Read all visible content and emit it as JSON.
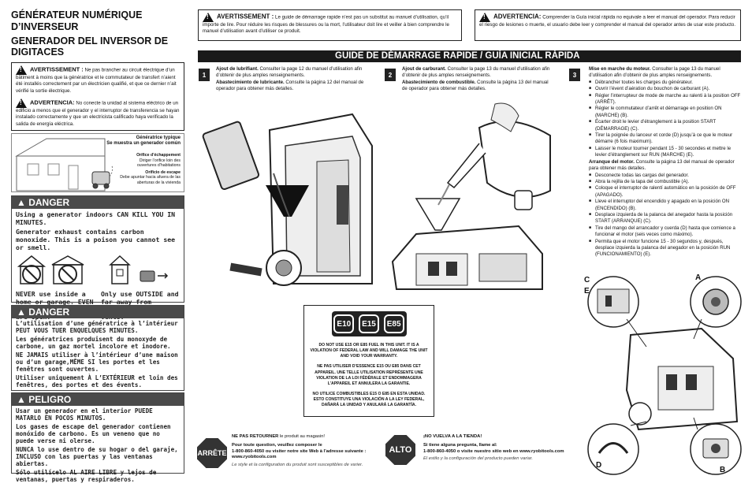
{
  "title": {
    "line1": "GÉNÉRATEUR NUMÉRIQUE D’INVERSEUR",
    "line2": "GENERADOR DEL INVERSOR DE DIGITACES"
  },
  "left_warnings": {
    "fr_head": "AVERTISSEMENT :",
    "fr_body": "Ne pas brancher au circuit électrique d’un bâtiment à moins que la génératrice et le commutateur de transfert n’aient été installés correctement par un électricien qualifié, et que ce dernier n’ait vérifié la sortie électrique.",
    "es_head": "ADVERTENCIA:",
    "es_body": "No conecte la unidad al sistema eléctrico de un edificio a menos que el generador y el interruptor de transferencia se hayan instalado correctamente y que un electricista calificado haya verificado la salida de energía eléctrica."
  },
  "house_diagram": {
    "caption1": "Génératrice typique",
    "caption2": "Se muestra un generador común",
    "exhaust_fr": "Orifice d’échappement",
    "exhaust_fr_sub1": "Diriger l’orifice loin des",
    "exhaust_fr_sub2": "ouvertures d’habitations",
    "exhaust_es": "Orificio de escape",
    "exhaust_es_sub1": "Debe apuntar hacia afuera de las",
    "exhaust_es_sub2": "aberturas de la vivienda"
  },
  "danger_en": {
    "head": "DANGER",
    "p1": "Using a generator indoors CAN KILL YOU IN MINUTES.",
    "p2": "Generator exhaust contains carbon monoxide. This is a poison you cannot see or smell.",
    "cap_left": "NEVER use inside a home or garage. EVEN IF doors and windows are open.",
    "cap_right": "Only use OUTSIDE and far away from windows, doors, and vents."
  },
  "danger_fr": {
    "head": "DANGER",
    "p1": "L’utilisation d’une génératrice à l’intérieur PEUT VOUS TUER ENQUELQUES MINUTES.",
    "p2": "Les génératrices produisent du monoxyde de carbone, un gaz mortel incolore et inodore.",
    "p3": "NE JAMAIS utiliser à l’intérieur d’une maison ou d’un garage,MÊME SI les portes et les fenêtres sont ouvertes.",
    "p4": "Utiliser uniquement À L’EXTÉRIEUR et loin des fenêtres, des portes et des évents."
  },
  "danger_es": {
    "head": "PELIGRO",
    "p1": "Usar un generador en el interior PUEDE MATARLO EN POCOS MINUTOS.",
    "p2": "Los gases de escape del generador contienen monóxido de carbono. Es un veneno que no puede verse ni olerse.",
    "p3": "NUNCA lo use dentro de su hogar o del garaje, INCLUSO con las puertas y las ventanas abiertas.",
    "p4": "Sólo utilícelo AL AIRE LIBRE y lejos de ventanas, puertas y respiraderos."
  },
  "top_warning_fr": {
    "head": "AVERTISSEMENT :",
    "body": "Le guide de démarrage rapide n’est pas un substitut au manuel d’utilisation, qu’il importe de lire. Pour réduire les risques de blessures ou la mort, l’utilisateur doit lire et veiller à bien comprendre le manuel d’utilisation avant d’utiliser ce produit."
  },
  "top_warning_es": {
    "head": "ADVERTENCIA:",
    "body": "Comprender la Guía inicial rápida no equivale a leer el manual del operador. Para reducir el riesgo de lesiones o muerte, el usuario debe leer y comprender el manual del operador antes de usar este producto."
  },
  "guide_banner": "GUIDE DE DÉMARRAGE RAPIDE / GUÍA INICIAL RÁPIDA",
  "step1": {
    "num": "1",
    "fr_head": "Ajout de lubrifiant.",
    "fr_body": "Consulter la page 12 du manuel d’utilisation afin d’obtenir de plus amples renseignements.",
    "es_head": "Abastecimiento de lubricante.",
    "es_body": "Consulte la página 12 del manual de operador para obtener más detalles."
  },
  "step2": {
    "num": "2",
    "fr_head": "Ajout de carburant.",
    "fr_body": "Consulter la page 13 du manuel d’utilisation afin d’obtenir de plus amples renseignements.",
    "es_head": "Abastecimiento de combustible.",
    "es_body": "Consulte la página 13 del manual de operador para obtener más detalles."
  },
  "step3": {
    "num": "3",
    "fr_head": "Mise en marche du moteur.",
    "fr_body": "Consulter la page 13 du manuel d’utilisation afin d’obtenir de plus amples renseignements.",
    "fr_items": [
      "Débrancher toutes les charges du générateur.",
      "Ouvrir l’évent d’aération du bouchon de carburant (A).",
      "Régler l’interrupteur de mode de marche au ralenti à la position OFF (ARRÊT).",
      "Régler le commutateur d’arrêt et démarrage en position ON (MARCHE) (B).",
      "Écarter droit le levier d’étranglement à la position START (DÉMARRAGE) (C).",
      "Tirer la poignée du lanceur et corde (D) jusqu’à ce que le moteur démarre (6 fois maximum).",
      "Laisser le moteur tourner pendant 15 - 30 secondes et mettre le levier d’étranglement sur RUN (MARCHE) (E)."
    ],
    "es_head": "Arranque del motor.",
    "es_body": "Consulte la página 13 del manual de operador para obtener más detalles.",
    "es_items": [
      "Desconecte todas las cargas del generador.",
      "Abra la rejilla de la tapa del combustible (A).",
      "Coloque el interruptor de ralentí automático en la posición de OFF (APAGADO).",
      "Lleve el interruptor del encendido y apagado en la posición ON (ENCENDIDO) (B).",
      "Desplace izquierda de la palanca del anegador hasta la posición START (ARRANQUE) (C).",
      "Tire del mango del arrancador y cuerda (D) hasta que comience a funcionar el motor (seis veces como máximo).",
      "Permita que el motor funcione 15 - 30 segundos y, después, desplace izquierda la palanca del anegador en la posición RUN (FUNCIONAMIENTO) (E)."
    ]
  },
  "fuel_notice": {
    "badges": [
      "E10",
      "E15",
      "E85"
    ],
    "en": "DO NOT USE E15 OR E85 FUEL IN THIS UNIT. IT IS A VIOLATION OF FEDERAL LAW AND WILL DAMAGE THE UNIT AND VOID YOUR WARRANTY.",
    "fr": "NE PAS UTILISER D’ESSENCE E15 OU E85 DANS CET APPAREIL. UNE TELLE UTILISATION REPRÉSENTE UNE VIOLATION DE LA LOI FÉDÉRALE ET ENDOMMAGERA L’APPAREIL ET ANNULERA LA GARANTIE.",
    "es": "NO UTILICE COMBUSTIBLES E15 O E85 EN ESTA UNIDAD. ESTO CONSTITUYE UNA VIOLACIÓN A LA LEY FEDERAL, DAÑARÁ LA UNIDAD Y ANULARÁ LA GARANTÍA."
  },
  "stop_fr": {
    "sign": "ARRÊTE",
    "head": "NE PAS RETOURNER",
    "head_rest": "le produit au magasin!",
    "body": "Pour toute question, veuillez composer le",
    "phone": "1-800-860-4050 ou visiter notre site Web à l’adresse suivante : www.ryobitools.com",
    "note": "Le style et la configuration du produit sont susceptibles de varier."
  },
  "stop_es": {
    "sign": "ALTO",
    "head": "¡NO VUELVA A LA TIENDA!",
    "body": "Si tiene alguna pregunta, llame al:",
    "phone": "1-800-860-4050 o visite nuestro sitio web en www.ryobitools.com",
    "note": "El estilo y la configuración del producto pueden variar."
  },
  "callouts": [
    "C",
    "E",
    "A",
    "D",
    "B"
  ]
}
